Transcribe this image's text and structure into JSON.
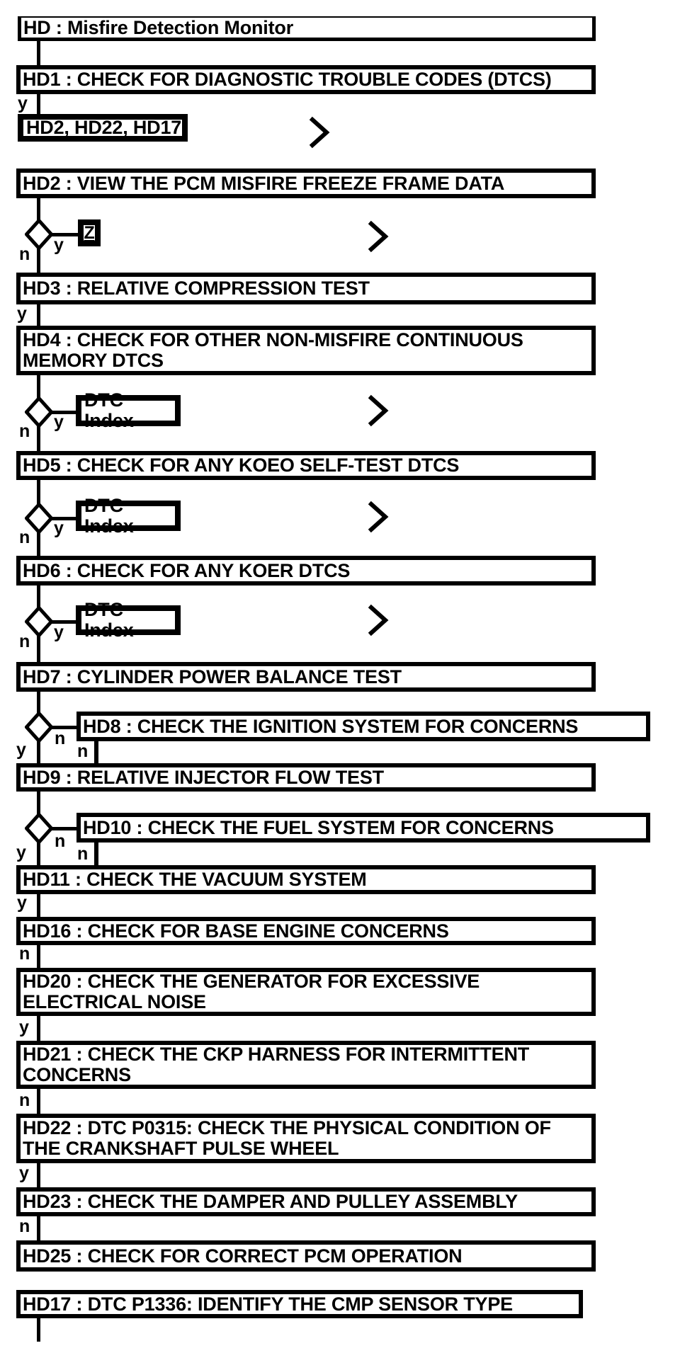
{
  "diagram_title": "HD : Misfire Detection Monitor",
  "colors": {
    "ink": "#000000",
    "paper": "#ffffff"
  },
  "icons": {
    "decision": "decision-diamond-icon",
    "continue": "chevron-right-icon"
  },
  "nodes": [
    {
      "id": "HD",
      "label": "HD : Misfire Detection Monitor"
    },
    {
      "id": "HD1",
      "label": "HD1 : CHECK FOR DIAGNOSTIC TROUBLE CODES (DTCS)"
    },
    {
      "id": "HD2-HD22-HD17",
      "label": "HD2, HD22, HD17"
    },
    {
      "id": "HD2",
      "label": "HD2 : VIEW THE PCM MISFIRE FREEZE FRAME DATA"
    },
    {
      "id": "Z",
      "label": "Z"
    },
    {
      "id": "HD3",
      "label": "HD3 : RELATIVE COMPRESSION TEST"
    },
    {
      "id": "HD4",
      "label": "HD4 : CHECK FOR OTHER NON-MISFIRE CONTINUOUS\nMEMORY DTCS"
    },
    {
      "id": "DTC-INDEX-1",
      "label": "DTC Index"
    },
    {
      "id": "HD5",
      "label": "HD5 : CHECK FOR ANY KOEO SELF-TEST DTCS"
    },
    {
      "id": "DTC-INDEX-2",
      "label": "DTC Index"
    },
    {
      "id": "HD6",
      "label": "HD6 : CHECK FOR ANY KOER DTCS"
    },
    {
      "id": "DTC-INDEX-3",
      "label": "DTC Index"
    },
    {
      "id": "HD7",
      "label": "HD7 : CYLINDER POWER BALANCE TEST"
    },
    {
      "id": "HD8",
      "label": "HD8 : CHECK THE IGNITION SYSTEM FOR CONCERNS"
    },
    {
      "id": "HD9",
      "label": "HD9 : RELATIVE INJECTOR FLOW TEST"
    },
    {
      "id": "HD10",
      "label": "HD10 : CHECK THE FUEL SYSTEM FOR CONCERNS"
    },
    {
      "id": "HD11",
      "label": "HD11 : CHECK THE VACUUM SYSTEM"
    },
    {
      "id": "HD16",
      "label": "HD16 : CHECK FOR BASE ENGINE CONCERNS"
    },
    {
      "id": "HD20",
      "label": "HD20 : CHECK THE GENERATOR FOR EXCESSIVE\nELECTRICAL NOISE"
    },
    {
      "id": "HD21",
      "label": "HD21 : CHECK THE CKP HARNESS FOR INTERMITTENT\nCONCERNS"
    },
    {
      "id": "HD22",
      "label": "HD22 : DTC P0315: CHECK THE PHYSICAL CONDITION OF\nTHE CRANKSHAFT PULSE WHEEL"
    },
    {
      "id": "HD23",
      "label": "HD23 : CHECK THE DAMPER AND PULLEY ASSEMBLY"
    },
    {
      "id": "HD25",
      "label": "HD25 : CHECK FOR CORRECT PCM OPERATION"
    },
    {
      "id": "HD17",
      "label": "HD17 : DTC P1336: IDENTIFY THE CMP SENSOR TYPE"
    }
  ],
  "branches": [
    "y",
    "y",
    "n",
    "y",
    "y",
    "n",
    "y",
    "n",
    "y",
    "n",
    "n",
    "y",
    "n",
    "n",
    "y",
    "n",
    "y",
    "n",
    "y",
    "n",
    "y",
    "n"
  ]
}
